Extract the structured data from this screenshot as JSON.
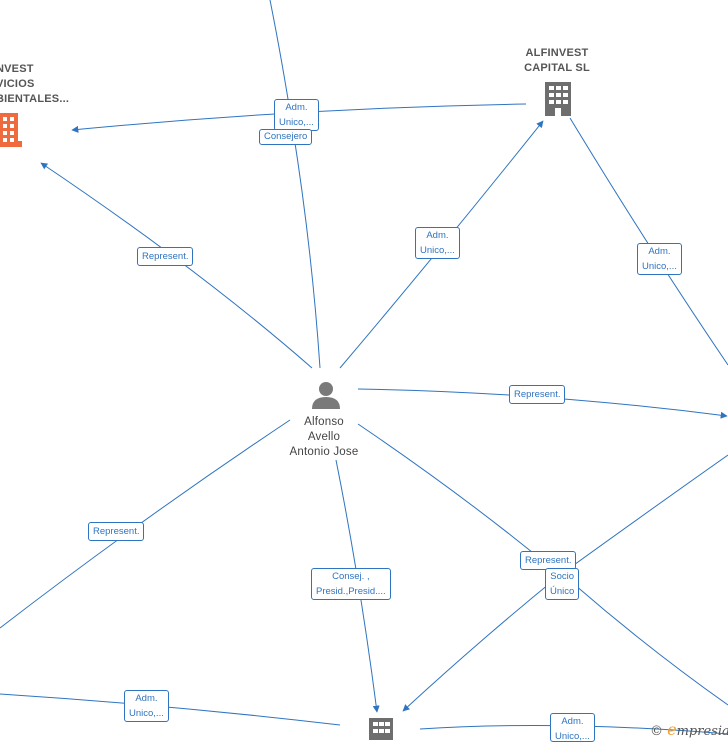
{
  "colors": {
    "edge": "#2f74c0",
    "company_highlight": "#ef6a3d",
    "company": "#6e6e6e",
    "person": "#7a7a7a"
  },
  "nodes": {
    "company_left": {
      "lines": [
        "NVEST",
        "VICIOS",
        "BIENTALES..."
      ],
      "icon": "building-icon"
    },
    "company_alfinvest": {
      "lines": [
        "ALFINVEST",
        "CAPITAL  SL"
      ],
      "icon": "building-icon"
    },
    "person_main": {
      "lines": [
        "Alfonso",
        "Avello",
        "Antonio Jose"
      ],
      "icon": "person-icon"
    },
    "company_bottom": {
      "icon": "building-icon"
    }
  },
  "edge_labels": [
    {
      "lines": [
        "Adm.",
        "Unico,..."
      ]
    },
    {
      "lines": [
        "Consejero"
      ]
    },
    {
      "lines": [
        "Represent."
      ]
    },
    {
      "lines": [
        "Adm.",
        "Unico,..."
      ]
    },
    {
      "lines": [
        "Adm.",
        "Unico,..."
      ]
    },
    {
      "lines": [
        "Represent."
      ]
    },
    {
      "lines": [
        "Represent."
      ]
    },
    {
      "lines": [
        "Consej. ,",
        "Presid.,Presid...."
      ]
    },
    {
      "lines": [
        "Represent."
      ]
    },
    {
      "lines": [
        "Socio",
        "Único"
      ]
    },
    {
      "lines": [
        "Adm.",
        "Unico,..."
      ]
    },
    {
      "lines": [
        "Adm.",
        "Unico,..."
      ]
    }
  ],
  "brand": {
    "copyright": "©",
    "e": "e",
    "rest": "mpresia"
  }
}
